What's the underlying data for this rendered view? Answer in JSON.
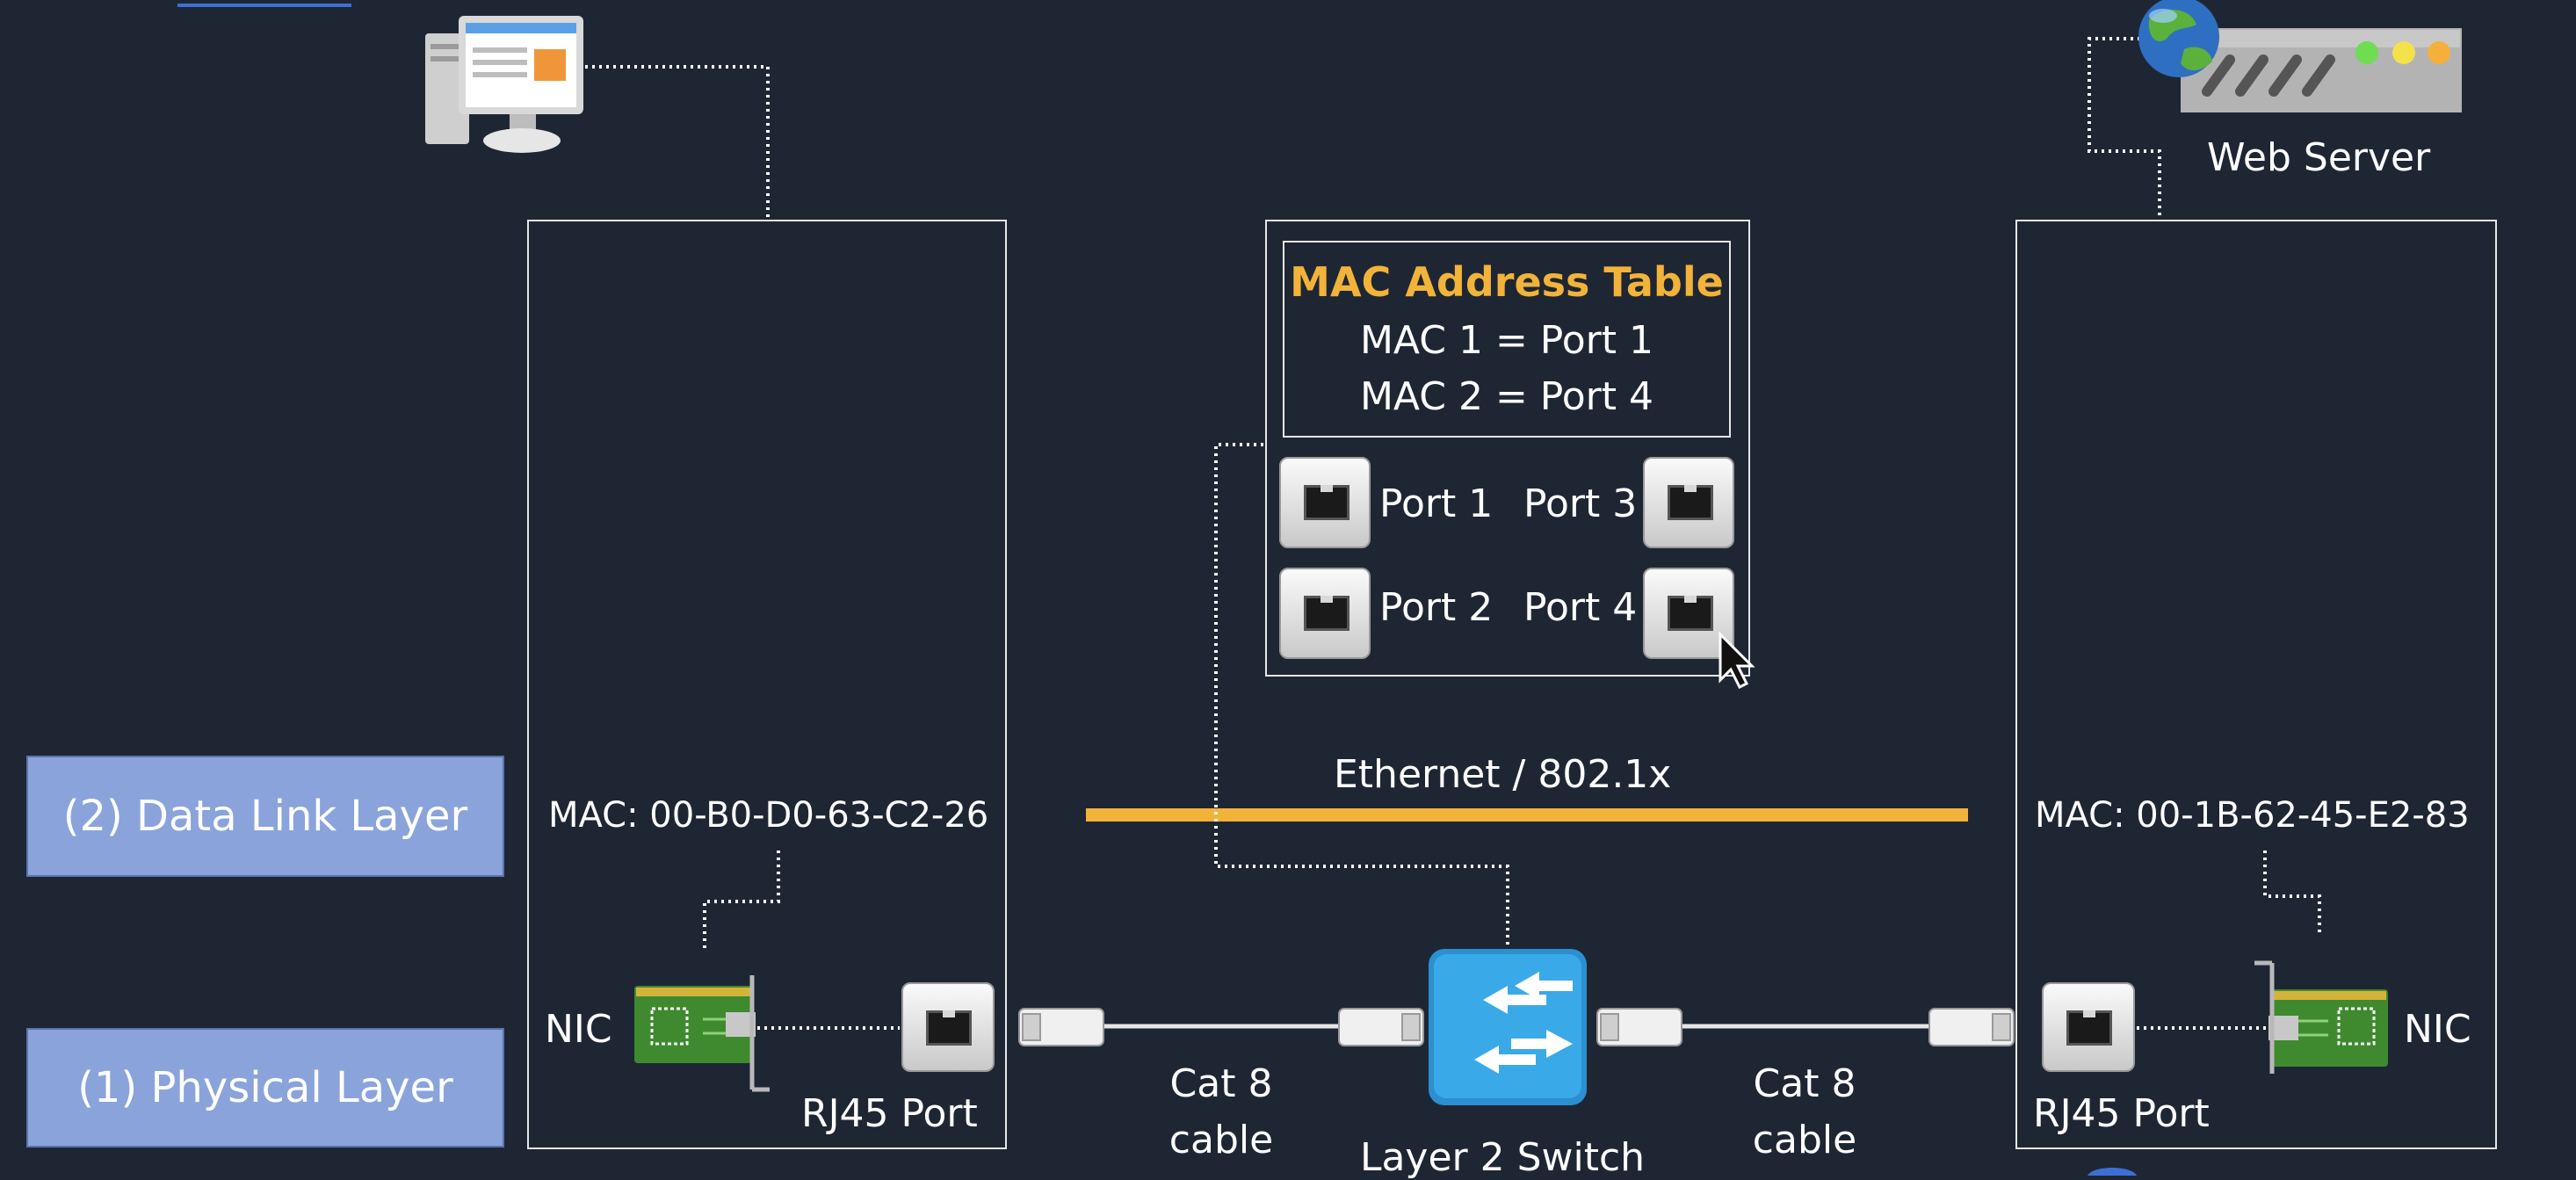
{
  "layers": {
    "data_link": "(2) Data Link Layer",
    "physical": "(1) Physical Layer"
  },
  "left_host": {
    "mac": "MAC: 00-B0-D0-63-C2-26",
    "nic_label": "NIC",
    "port_label": "RJ45 Port"
  },
  "right_host": {
    "server_label": "Web Server",
    "mac": "MAC: 00-1B-62-45-E2-83",
    "nic_label": "NIC",
    "port_label": "RJ45 Port"
  },
  "switch": {
    "mac_table_title": "MAC Address Table",
    "mac_entries": [
      "MAC 1 = Port 1",
      "MAC 2 = Port 4"
    ],
    "ports": [
      "Port 1",
      "Port 2",
      "Port 3",
      "Port 4"
    ],
    "label": "Layer 2 Switch"
  },
  "link": {
    "protocol": "Ethernet / 802.1x",
    "cable_left_line1": "Cat 8",
    "cable_left_line2": "cable",
    "cable_right_line1": "Cat 8",
    "cable_right_line2": "cable"
  },
  "colors": {
    "background": "#1f2633",
    "layer_fill": "#8aa3da",
    "ethernet_bar": "#f2b33a",
    "switch_blue": "#3aa9e8",
    "nic_green": "#3f8a2f"
  },
  "icons": [
    "desktop-computer-icon",
    "web-server-icon",
    "globe-icon",
    "nic-card-icon",
    "rj45-port-icon",
    "switch-icon",
    "ethernet-plug-icon",
    "mouse-cursor-icon"
  ]
}
